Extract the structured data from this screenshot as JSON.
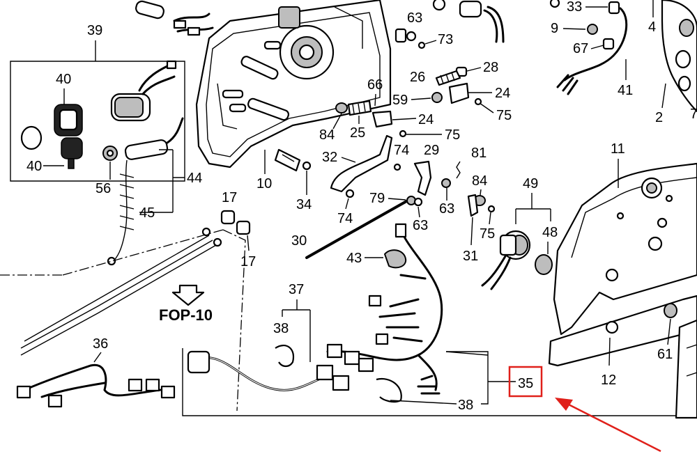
{
  "accent_color": "#e0201a",
  "reference": "FOP-10",
  "highlighted_part": "35",
  "labels": {
    "p39": "39",
    "p40a": "40",
    "p40b": "40",
    "p56": "56",
    "p44": "44",
    "p45": "45",
    "p17a": "17",
    "p17b": "17",
    "p10": "10",
    "p34": "34",
    "p63a": "63",
    "p73": "73",
    "p33": "33",
    "p4": "4",
    "p9": "9",
    "p67": "67",
    "p41": "41",
    "p2": "2",
    "p7": "7",
    "p28": "28",
    "p26": "26",
    "p24a": "24",
    "p66": "66",
    "p59": "59",
    "p75a": "75",
    "p84a": "84",
    "p25": "25",
    "p24b": "24",
    "p75b": "75",
    "p32": "32",
    "p74a": "74",
    "p29": "29",
    "p81": "81",
    "p84b": "84",
    "p79": "79",
    "p74b": "74",
    "p63b": "63",
    "p63c": "63",
    "p75c": "75",
    "p49": "49",
    "p48": "48",
    "p11": "11",
    "p30": "30",
    "p43": "43",
    "p31": "31",
    "p37": "37",
    "p38a": "38",
    "p38b": "38",
    "p36": "36",
    "p35": "35",
    "p12": "12",
    "p61": "61"
  }
}
